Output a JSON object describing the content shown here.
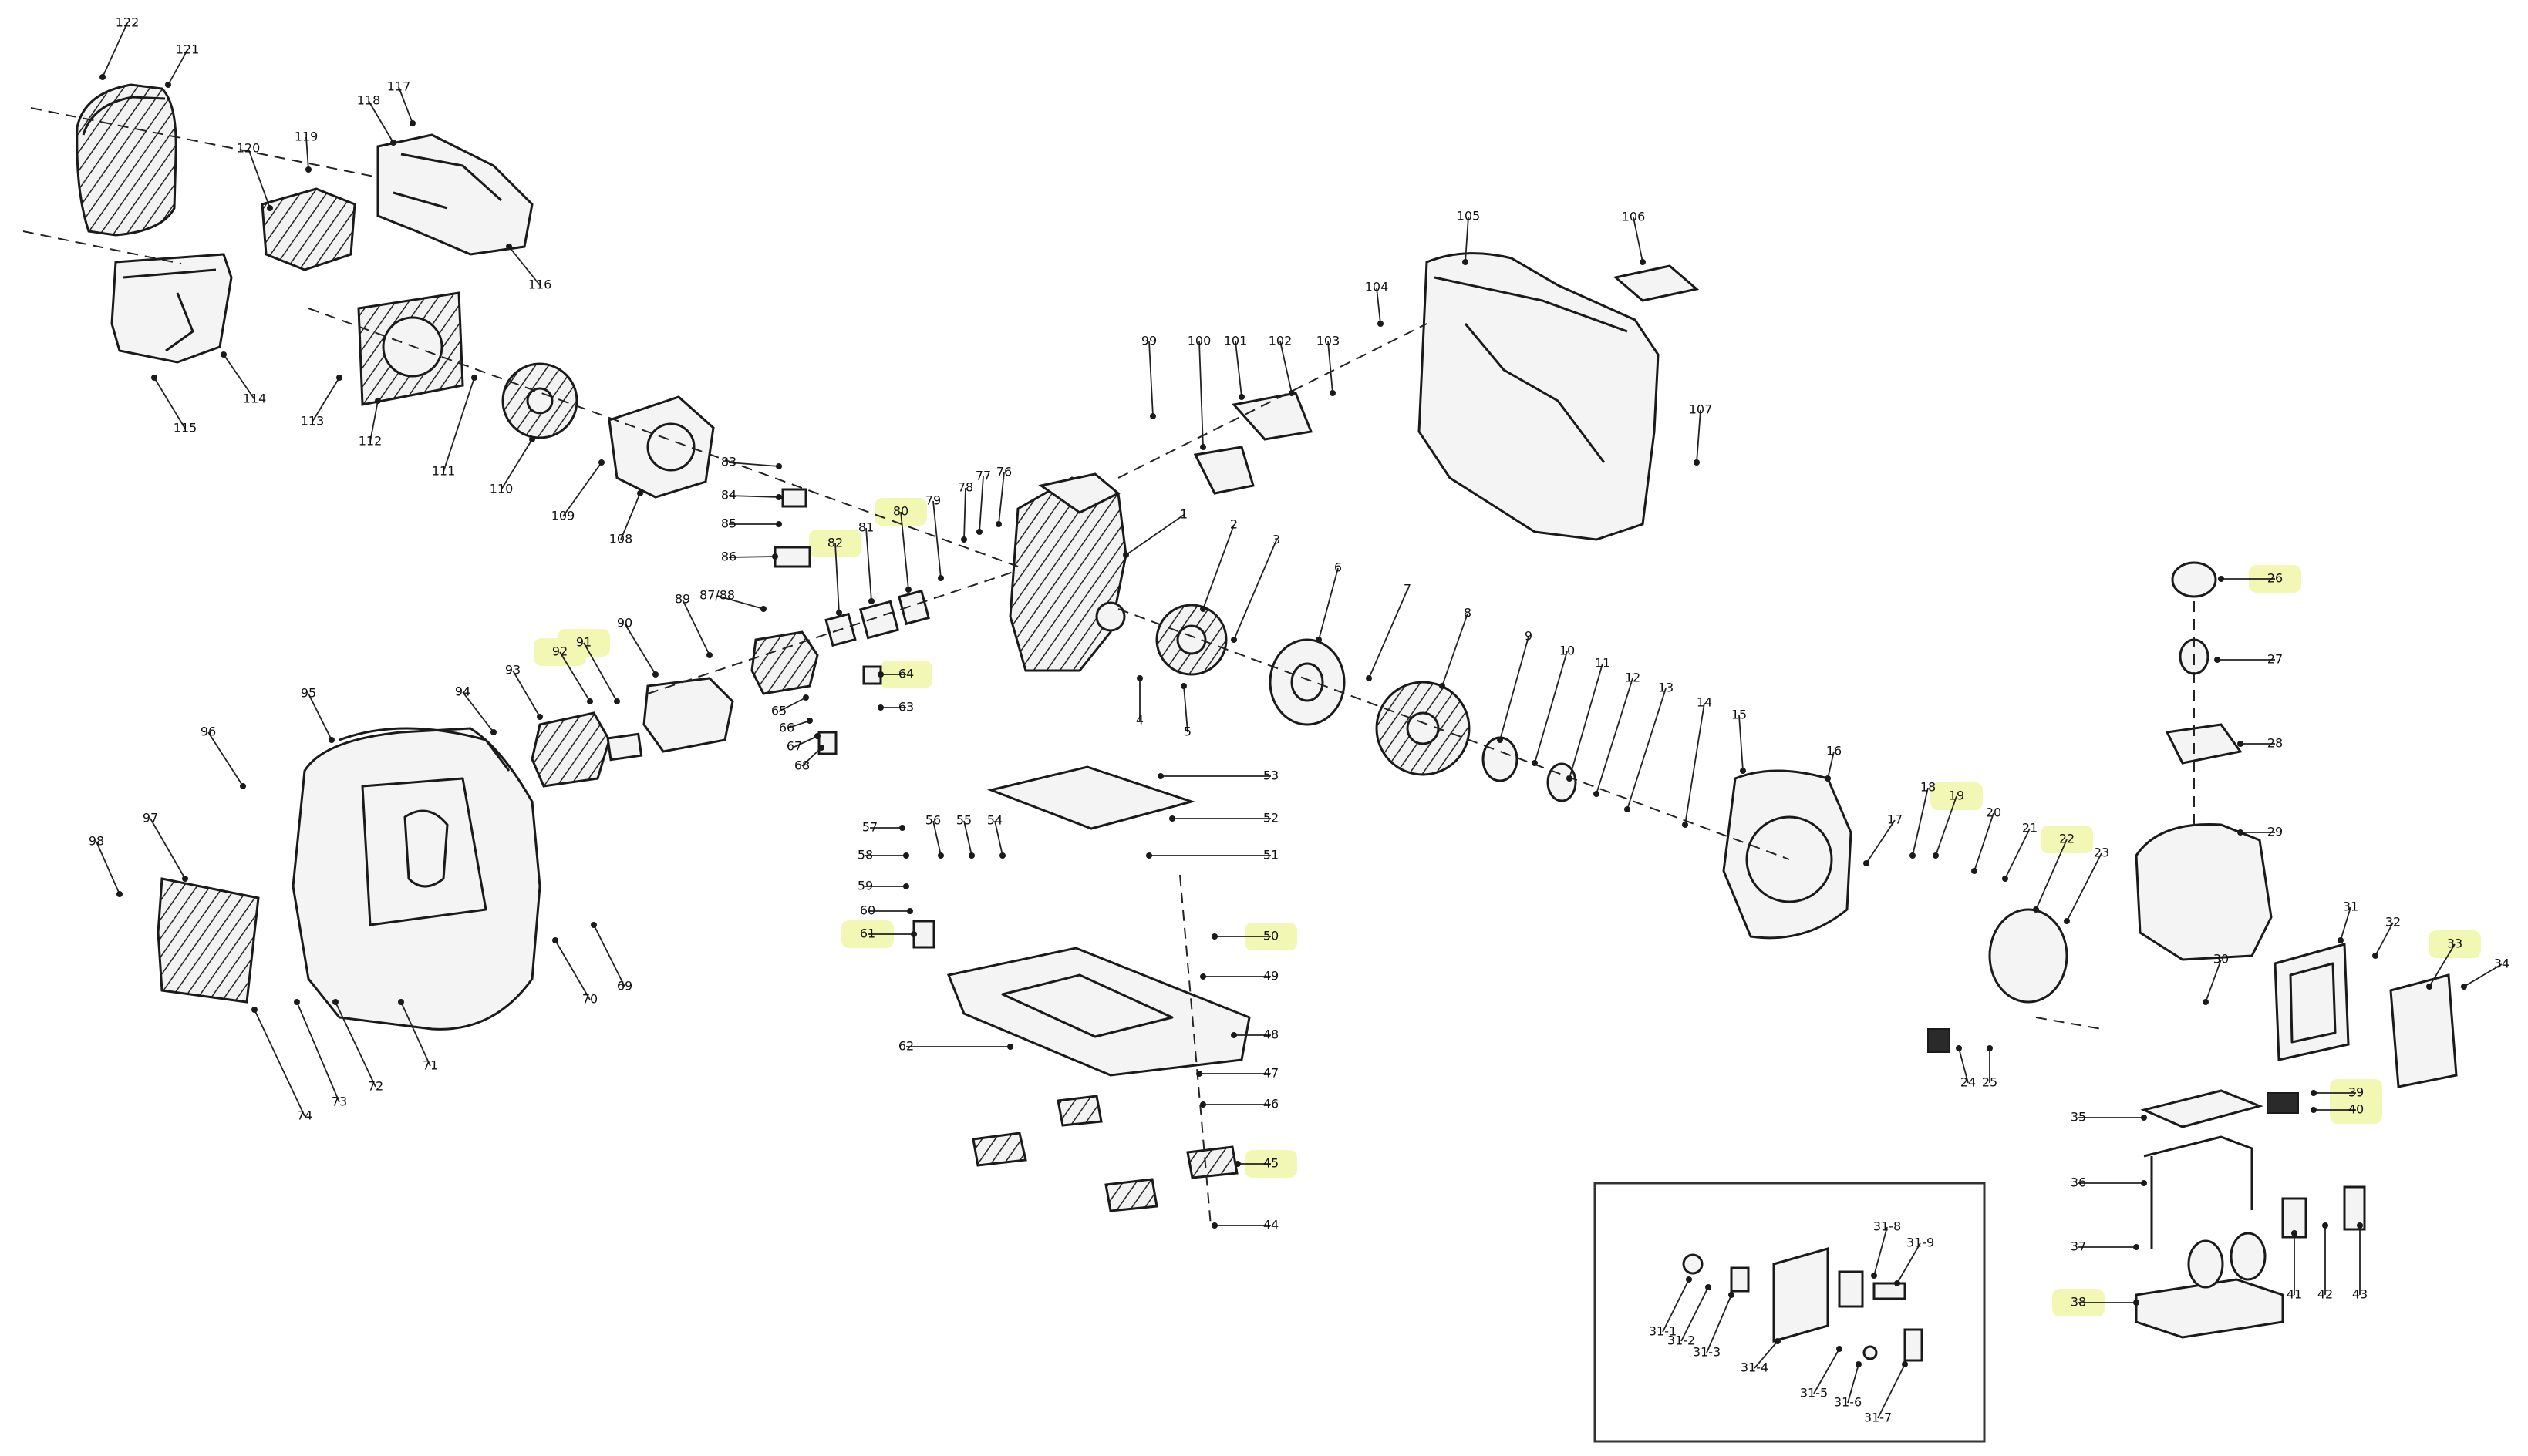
{
  "diagram": {
    "highlight_color": "#f3f7b4",
    "highlighted_callouts": [
      "26",
      "82",
      "80",
      "92",
      "91",
      "64",
      "88",
      "61",
      "50",
      "45",
      "19",
      "22",
      "33",
      "39",
      "40",
      "38"
    ],
    "callouts": [
      {
        "id": "c122",
        "label": "122"
      },
      {
        "id": "c121",
        "label": "121"
      },
      {
        "id": "c120",
        "label": "120"
      },
      {
        "id": "c119",
        "label": "119"
      },
      {
        "id": "c118",
        "label": "118"
      },
      {
        "id": "c117",
        "label": "117"
      },
      {
        "id": "c116",
        "label": "116"
      },
      {
        "id": "c115",
        "label": "115"
      },
      {
        "id": "c114",
        "label": "114"
      },
      {
        "id": "c113",
        "label": "113"
      },
      {
        "id": "c112",
        "label": "112"
      },
      {
        "id": "c111",
        "label": "111"
      },
      {
        "id": "c110",
        "label": "110"
      },
      {
        "id": "c109",
        "label": "109"
      },
      {
        "id": "c108",
        "label": "108"
      },
      {
        "id": "c107",
        "label": "107"
      },
      {
        "id": "c106",
        "label": "106"
      },
      {
        "id": "c105",
        "label": "105"
      },
      {
        "id": "c104",
        "label": "104"
      },
      {
        "id": "c103",
        "label": "103"
      },
      {
        "id": "c102",
        "label": "102"
      },
      {
        "id": "c101",
        "label": "101"
      },
      {
        "id": "c100",
        "label": "100"
      },
      {
        "id": "c99",
        "label": "99"
      },
      {
        "id": "c98",
        "label": "98"
      },
      {
        "id": "c97",
        "label": "97"
      },
      {
        "id": "c96",
        "label": "96"
      },
      {
        "id": "c95",
        "label": "95"
      },
      {
        "id": "c94",
        "label": "94"
      },
      {
        "id": "c93",
        "label": "93"
      },
      {
        "id": "c92",
        "label": "92"
      },
      {
        "id": "c91",
        "label": "91"
      },
      {
        "id": "c90",
        "label": "90"
      },
      {
        "id": "c89",
        "label": "89"
      },
      {
        "id": "c8788",
        "label": "87/88"
      },
      {
        "id": "c86",
        "label": "86"
      },
      {
        "id": "c85",
        "label": "85"
      },
      {
        "id": "c84",
        "label": "84"
      },
      {
        "id": "c83",
        "label": "83"
      },
      {
        "id": "c82",
        "label": "82"
      },
      {
        "id": "c81",
        "label": "81"
      },
      {
        "id": "c80",
        "label": "80"
      },
      {
        "id": "c79",
        "label": "79"
      },
      {
        "id": "c78",
        "label": "78"
      },
      {
        "id": "c77",
        "label": "77"
      },
      {
        "id": "c76",
        "label": "76"
      },
      {
        "id": "c74",
        "label": "74"
      },
      {
        "id": "c73",
        "label": "73"
      },
      {
        "id": "c72",
        "label": "72"
      },
      {
        "id": "c71",
        "label": "71"
      },
      {
        "id": "c70",
        "label": "70"
      },
      {
        "id": "c69",
        "label": "69"
      },
      {
        "id": "c68",
        "label": "68"
      },
      {
        "id": "c67",
        "label": "67"
      },
      {
        "id": "c66",
        "label": "66"
      },
      {
        "id": "c65",
        "label": "65"
      },
      {
        "id": "c64",
        "label": "64"
      },
      {
        "id": "c63",
        "label": "63"
      },
      {
        "id": "c62",
        "label": "62"
      },
      {
        "id": "c61",
        "label": "61"
      },
      {
        "id": "c60",
        "label": "60"
      },
      {
        "id": "c59",
        "label": "59"
      },
      {
        "id": "c58",
        "label": "58"
      },
      {
        "id": "c57",
        "label": "57"
      },
      {
        "id": "c56",
        "label": "56"
      },
      {
        "id": "c55",
        "label": "55"
      },
      {
        "id": "c54",
        "label": "54"
      },
      {
        "id": "c53",
        "label": "53"
      },
      {
        "id": "c52",
        "label": "52"
      },
      {
        "id": "c51",
        "label": "51"
      },
      {
        "id": "c50",
        "label": "50"
      },
      {
        "id": "c49",
        "label": "49"
      },
      {
        "id": "c48",
        "label": "48"
      },
      {
        "id": "c47",
        "label": "47"
      },
      {
        "id": "c46",
        "label": "46"
      },
      {
        "id": "c45",
        "label": "45"
      },
      {
        "id": "c44",
        "label": "44"
      },
      {
        "id": "c43",
        "label": "43"
      },
      {
        "id": "c42",
        "label": "42"
      },
      {
        "id": "c41",
        "label": "41"
      },
      {
        "id": "c40",
        "label": "40"
      },
      {
        "id": "c39",
        "label": "39"
      },
      {
        "id": "c38",
        "label": "38"
      },
      {
        "id": "c37",
        "label": "37"
      },
      {
        "id": "c36",
        "label": "36"
      },
      {
        "id": "c35",
        "label": "35"
      },
      {
        "id": "c34",
        "label": "34"
      },
      {
        "id": "c33",
        "label": "33"
      },
      {
        "id": "c32",
        "label": "32"
      },
      {
        "id": "c31",
        "label": "31"
      },
      {
        "id": "c30",
        "label": "30"
      },
      {
        "id": "c29",
        "label": "29"
      },
      {
        "id": "c28",
        "label": "28"
      },
      {
        "id": "c27",
        "label": "27"
      },
      {
        "id": "c26",
        "label": "26"
      },
      {
        "id": "c25",
        "label": "25"
      },
      {
        "id": "c24",
        "label": "24"
      },
      {
        "id": "c23",
        "label": "23"
      },
      {
        "id": "c22",
        "label": "22"
      },
      {
        "id": "c21",
        "label": "21"
      },
      {
        "id": "c20",
        "label": "20"
      },
      {
        "id": "c19",
        "label": "19"
      },
      {
        "id": "c18",
        "label": "18"
      },
      {
        "id": "c17",
        "label": "17"
      },
      {
        "id": "c16",
        "label": "16"
      },
      {
        "id": "c15",
        "label": "15"
      },
      {
        "id": "c14",
        "label": "14"
      },
      {
        "id": "c13",
        "label": "13"
      },
      {
        "id": "c12",
        "label": "12"
      },
      {
        "id": "c11",
        "label": "11"
      },
      {
        "id": "c10",
        "label": "10"
      },
      {
        "id": "c9",
        "label": "9"
      },
      {
        "id": "c8",
        "label": "8"
      },
      {
        "id": "c7",
        "label": "7"
      },
      {
        "id": "c6",
        "label": "6"
      },
      {
        "id": "c5",
        "label": "5"
      },
      {
        "id": "c4",
        "label": "4"
      },
      {
        "id": "c3",
        "label": "3"
      },
      {
        "id": "c2",
        "label": "2"
      },
      {
        "id": "c1",
        "label": "1"
      },
      {
        "id": "c31_1",
        "label": "31-1"
      },
      {
        "id": "c31_2",
        "label": "31-2"
      },
      {
        "id": "c31_3",
        "label": "31-3"
      },
      {
        "id": "c31_4",
        "label": "31-4"
      },
      {
        "id": "c31_5",
        "label": "31-5"
      },
      {
        "id": "c31_6",
        "label": "31-6"
      },
      {
        "id": "c31_7",
        "label": "31-7"
      },
      {
        "id": "c31_8",
        "label": "31-8"
      },
      {
        "id": "c31_9",
        "label": "31-9"
      }
    ]
  }
}
